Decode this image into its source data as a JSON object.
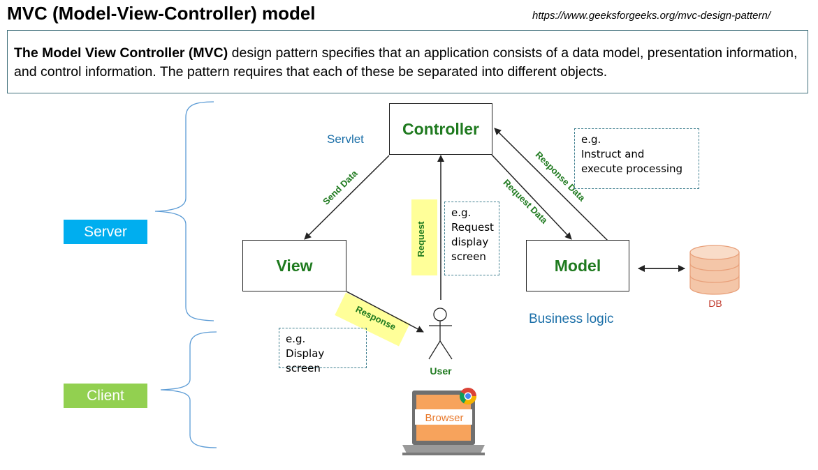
{
  "header": {
    "title": "MVC (Model-View-Controller) model",
    "url": "https://www.geeksforgeeks.org/mvc-design-pattern/"
  },
  "description": {
    "bold": "The Model View Controller (MVC)",
    "rest": " design pattern specifies that an application consists of a data model, presentation information, and control information. The pattern requires that each of these be separated into different objects."
  },
  "tiers": {
    "server": "Server",
    "client": "Client"
  },
  "nodes": {
    "controller": "Controller",
    "view": "View",
    "model": "Model",
    "user": "User",
    "db": "DB",
    "browser": "Browser"
  },
  "labels": {
    "servlet": "Servlet",
    "business_logic": "Business logic"
  },
  "edges": {
    "send_data": "Send Data",
    "request": "Request",
    "request_data": "Request Data",
    "response_data": "Response Data",
    "response": "Response"
  },
  "notes": {
    "controller_note": [
      "e.g.",
      "Instruct and",
      "execute processing"
    ],
    "request_note": [
      "e.g.",
      "Request",
      "display",
      "screen"
    ],
    "view_note": [
      "e.g.",
      "Display screen"
    ]
  },
  "colors": {
    "server_badge": "#00aeef",
    "client_badge": "#92d050",
    "node_text": "#1f7a1f",
    "highlight": "#ffff99",
    "db": "#f4c6a8"
  }
}
